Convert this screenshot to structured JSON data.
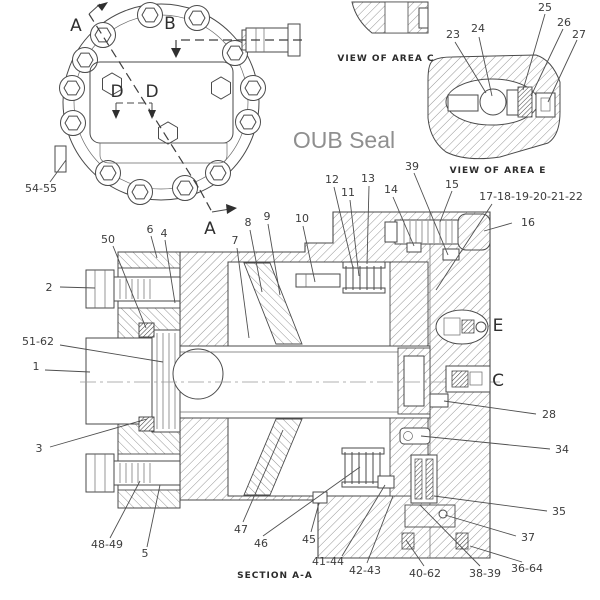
{
  "captions": {
    "view_c": "VIEW OF AREA C",
    "view_e": "VIEW OF AREA E",
    "section": "SECTION A-A",
    "oub": "OUB Seal"
  },
  "markers": {
    "a": "A",
    "b": "B",
    "d": "D",
    "e": "E",
    "c": "C"
  },
  "callouts": {
    "n1": "1",
    "n2": "2",
    "n3": "3",
    "n4": "4",
    "n5": "5",
    "n6": "6",
    "n7": "7",
    "n8": "8",
    "n9": "9",
    "n10": "10",
    "n11": "11",
    "n12": "12",
    "n13": "13",
    "n14": "14",
    "n15": "15",
    "n16": "16",
    "n17_22": "17-18-19-20-21-22",
    "n23": "23",
    "n24": "24",
    "n25": "25",
    "n26": "26",
    "n27": "27",
    "n28": "28",
    "n34": "34",
    "n35": "35",
    "n36_64": "36-64",
    "n37": "37",
    "n38_39": "38-39",
    "n39": "39",
    "n40_62": "40-62",
    "n41_44": "41-44",
    "n42_43": "42-43",
    "n45": "45",
    "n46": "46",
    "n47": "47",
    "n48_49": "48-49",
    "n50": "50",
    "n51_62": "51-62",
    "n54_55": "54-55"
  }
}
